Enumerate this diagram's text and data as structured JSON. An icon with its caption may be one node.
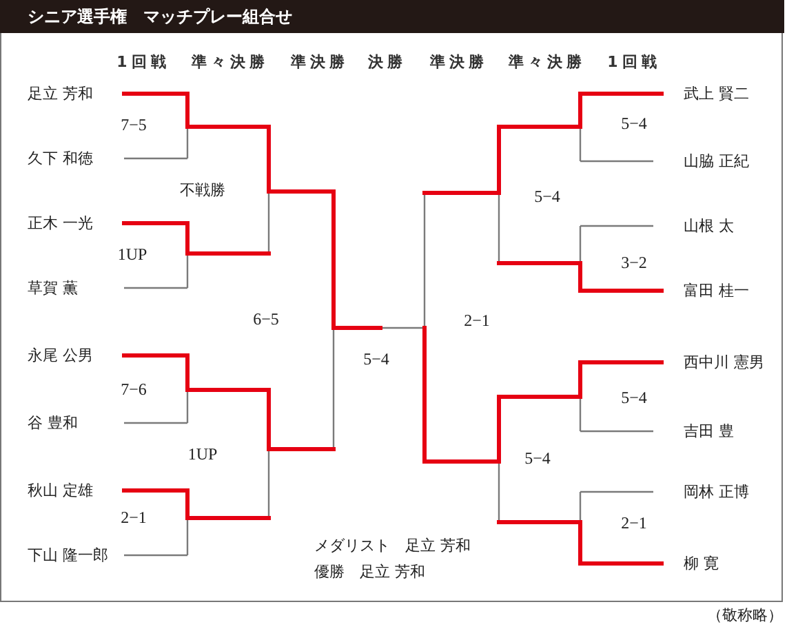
{
  "diagram": {
    "title": "シニア選手権　マッチプレー組合せ",
    "nodes": [
      {
        "text": [
          "足立 芳和"
        ]
      },
      {
        "text": [
          "久下 和徳"
        ]
      },
      {
        "text": [
          "正木 一光"
        ]
      },
      {
        "text": [
          "草賀 薫"
        ]
      },
      {
        "text": [
          "永尾 公男"
        ]
      },
      {
        "text": [
          "谷 豊和"
        ]
      },
      {
        "text": [
          "秋山 定雄"
        ]
      },
      {
        "text": [
          "下山 隆一郎"
        ]
      },
      {
        "text": [
          "武上 賢二"
        ]
      },
      {
        "text": [
          "山脇 正紀"
        ]
      },
      {
        "text": [
          "山根 太"
        ]
      },
      {
        "text": [
          "富田 桂一"
        ]
      },
      {
        "text": [
          "西中川 憲男"
        ]
      },
      {
        "text": [
          "吉田 豊"
        ]
      },
      {
        "text": [
          "岡林 正博"
        ]
      },
      {
        "text": [
          "柳 寛"
        ]
      }
    ],
    "labels": [
      "1回戦",
      "準々決勝",
      "準決勝",
      "決勝",
      "準決勝",
      "準々決勝",
      "1回戦",
      "7−5",
      "5−4",
      "不戦勝",
      "5−4",
      "1UP",
      "3−2",
      "6−5",
      "2−1",
      "5−4",
      "5−4",
      "7−6",
      "1UP",
      "5−4",
      "2−1",
      "2−1",
      "メダリスト　足立 芳和",
      "優勝　足立 芳和",
      "（敬称略）"
    ]
  }
}
